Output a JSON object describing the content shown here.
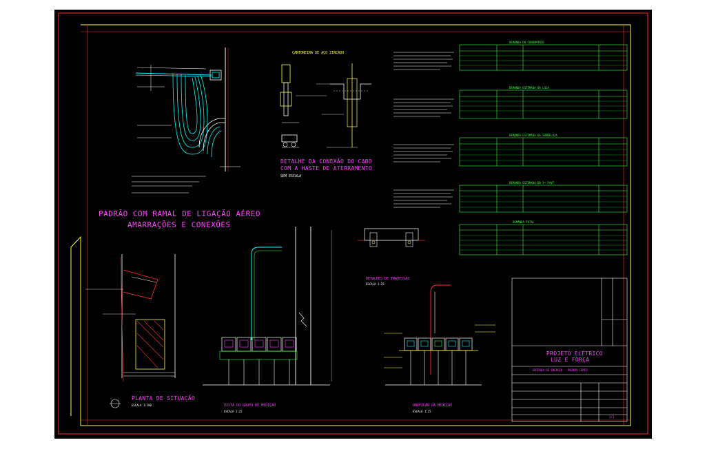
{
  "drawing": {
    "main_title_line1": "PADRÃO COM RAMAL DE LIGAÇÃO AÉREO",
    "main_title_line2": "AMARRAÇÕES E CONEXÕES",
    "cantoneira_title": "CANTONEIRA DE AÇO ZINCADO",
    "detail_line1": "DETALHE DA CONEXÃO DO CABO",
    "detail_line2": "COM A HASTE DE ATERRAMENTO",
    "sem_escala": "SEM ESCALA",
    "planta_title": "PLANTA DE SITUAÇÃO",
    "planta_scale": "ESCALA 1:200",
    "vista_title": "VISTA DO GRUPO DE MEDIÇÃO",
    "vista_scale": "ESCALA 1:25",
    "travessas_title": "DETALHES DE TRAVESSAS",
    "travessas_scale": "ESCALA 1:25",
    "unifilar_title": "UNIFILAR DA MEDIÇÃO",
    "unifilar_scale": "ESCALA 1:25"
  },
  "tables": {
    "condominio": "DEMANDA DO CONDOMÍNIO",
    "loja": "DEMANDA ESTIMADA DA LOJA",
    "sobreloja": "DEMANDA ESTIMADA DA SOBRELOJA",
    "pavimento": "DEMANDA ESTIMADA DO 2º PAVT",
    "total": "DEMANDA TOTAL"
  },
  "title_block": {
    "project_line1": "PROJETO ELÉTRICO",
    "project_line2": "LUZ E FORÇA",
    "subtitle": "ENTRADA DE ENERGIA - PADRÃO CEMIG",
    "sheet_number": "1/1"
  },
  "colors": {
    "sheet_bg": "#000000",
    "border_yellow": "#ffff40",
    "border_red": "#ff3030",
    "table_green": "#40ff40",
    "label_magenta": "#ff40ff",
    "line_cyan": "#00ffff"
  }
}
